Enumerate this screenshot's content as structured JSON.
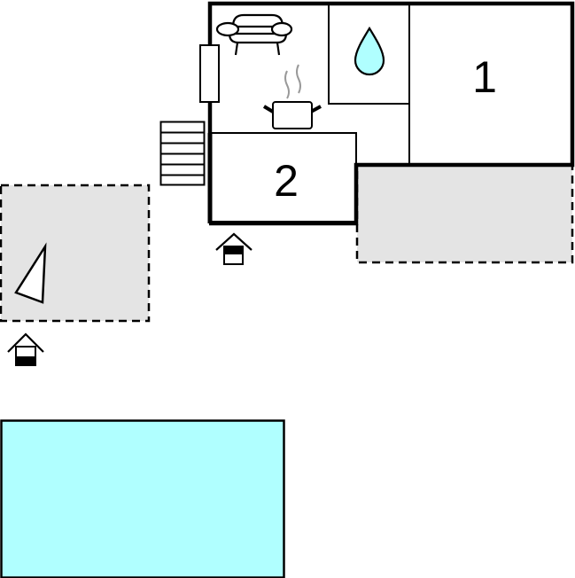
{
  "floorplan": {
    "rooms": [
      {
        "id": "room-1",
        "label": "1",
        "type": "bedroom"
      },
      {
        "id": "room-2",
        "label": "2",
        "type": "bedroom"
      }
    ],
    "areas": {
      "living_room": {
        "icon": "sofa-icon"
      },
      "kitchen": {
        "icon": "cooking-pot-icon"
      },
      "bathroom": {
        "icon": "water-drop-icon"
      },
      "stairs": {
        "steps": 6
      },
      "terrace_right": {
        "style": "dashed"
      },
      "terrace_left": {
        "style": "dashed",
        "icon": "sailboat-icon"
      },
      "pool": {
        "icon": "pool"
      },
      "entrances": [
        {
          "id": "entrance-room-2",
          "icon": "house-entrance-icon"
        },
        {
          "id": "entrance-terrace-left",
          "icon": "house-entrance-icon"
        }
      ]
    },
    "colors": {
      "wall": "#000000",
      "terrace_fill": "#e4e4e4",
      "water": "#b0ffff",
      "steam": "#999999",
      "background": "#ffffff"
    }
  }
}
